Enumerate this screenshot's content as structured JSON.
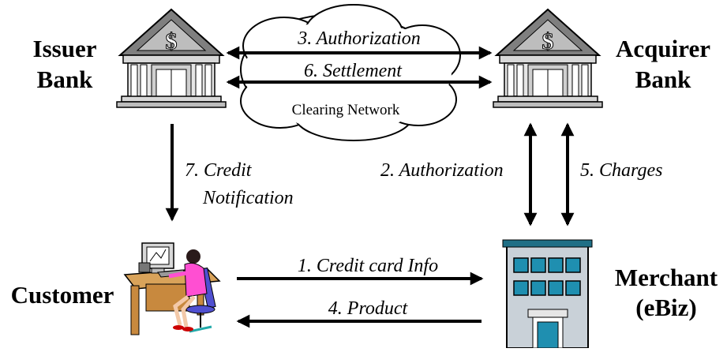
{
  "entities": {
    "issuer": {
      "line1": "Issuer",
      "line2": "Bank"
    },
    "acquirer": {
      "line1": "Acquirer",
      "line2": "Bank"
    },
    "customer": {
      "line1": "Customer"
    },
    "merchant": {
      "line1": "Merchant",
      "line2": "(eBiz)"
    }
  },
  "network": {
    "label": "Clearing Network"
  },
  "flows": {
    "authorization_banks": "3. Authorization",
    "settlement": "6. Settlement",
    "credit_notification_1": "7. Credit",
    "credit_notification_2": "Notification",
    "authorization_merchant": "2. Authorization",
    "charges": "5. Charges",
    "credit_card_info": "1. Credit card Info",
    "product": "4. Product"
  },
  "icons": {
    "bank": "bank-building-icon",
    "customer": "person-at-computer-icon",
    "merchant": "office-building-icon",
    "network": "cloud-icon"
  },
  "colors": {
    "bank_roof": "#7f7f7f",
    "bank_body": "#e6e6e6",
    "merchant_body": "#c9d1d8",
    "merchant_windows": "#1f8fb0",
    "customer_shirt": "#ff4fd2",
    "desk": "#d9a35a",
    "chair": "#5050d0"
  }
}
